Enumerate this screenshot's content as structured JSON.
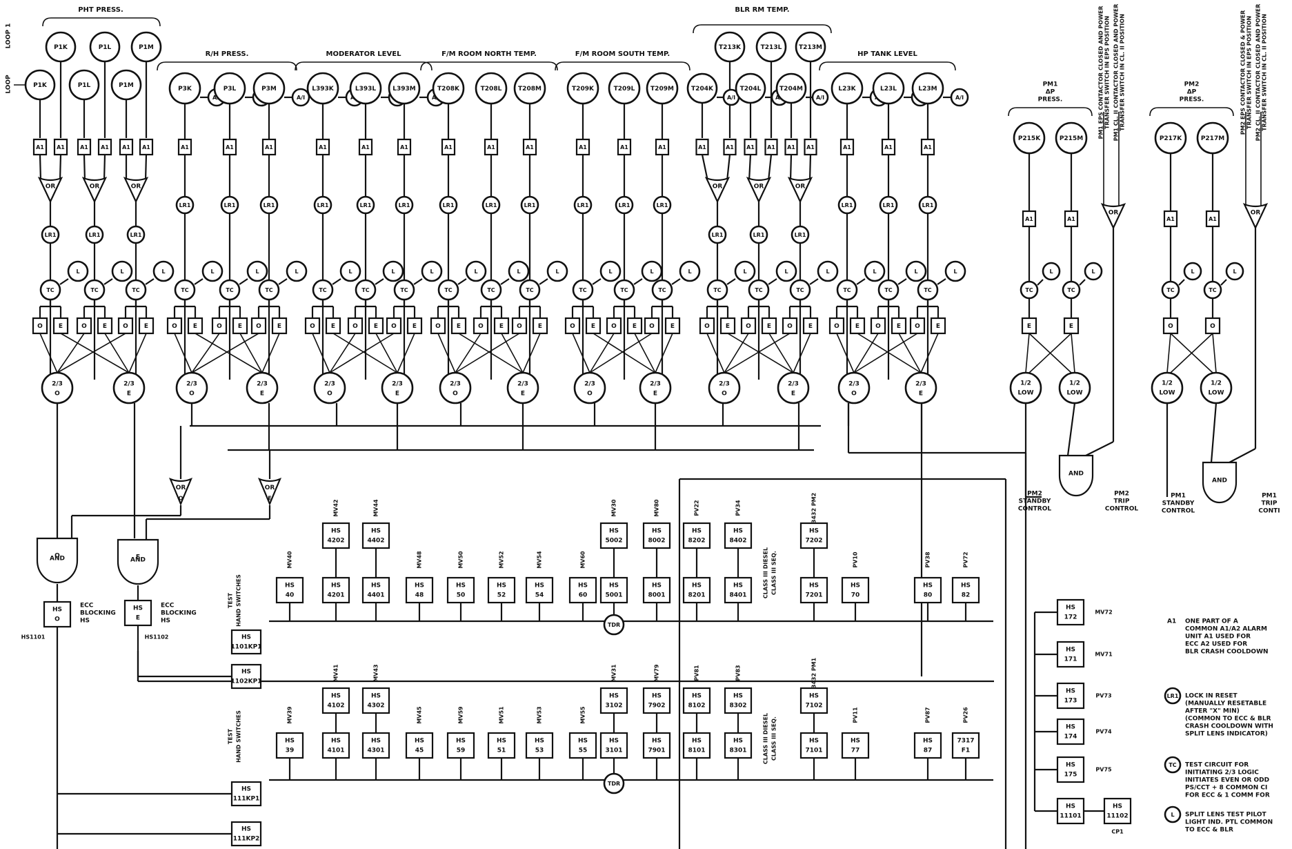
{
  "loop_labels": [
    "LOOP 1",
    "LOOP"
  ],
  "groups": [
    {
      "id": "pht",
      "title": "PHT PRESS.",
      "sensors_top": [
        "P1K",
        "P1L",
        "P1M"
      ],
      "sensors_bot": [
        "P1K",
        "P1L",
        "P1M"
      ]
    },
    {
      "id": "rh",
      "title": "R/H PRESS.",
      "sensors": [
        "P3K",
        "P3L",
        "P3M"
      ]
    },
    {
      "id": "mod",
      "title": "MODERATOR LEVEL",
      "sensors": [
        "L393K",
        "L393L",
        "L393M"
      ]
    },
    {
      "id": "frn",
      "title": "F/M ROOM NORTH TEMP.",
      "sensors": [
        "T208K",
        "T208L",
        "T208M"
      ]
    },
    {
      "id": "frs",
      "title": "F/M ROOM SOUTH TEMP.",
      "sensors": [
        "T209K",
        "T209L",
        "T209M"
      ]
    },
    {
      "id": "blr",
      "title": "BLR RM TEMP.",
      "sensors_top": [
        "T213K",
        "T213L",
        "T213M"
      ],
      "sensors_bot": [
        "T204K",
        "T204L",
        "T204M"
      ]
    },
    {
      "id": "hp",
      "title": "HP TANK LEVEL",
      "sensors": [
        "L23K",
        "L23L",
        "L23M"
      ]
    }
  ],
  "pm1": {
    "title": "PM1 ΔP PRESS.",
    "sensors": [
      "P215K",
      "P215M"
    ],
    "side_text": [
      "PM1 EPS CONTACTOR CLOSED AND POWER TRANSFER SWITCH IN EPS POSITION",
      "PM1 CL. II CONTACTOR CLOSED AND POWER TRANSFER SWITCH IN CL. II POSITION"
    ]
  },
  "pm2": {
    "title": "PM2 ΔP PRESS.",
    "sensors": [
      "P217K",
      "P217M"
    ],
    "side_text": [
      "PM2 EPS CONTACTOR CLOSED & POWER TRANSFER SWITCH IN EPS POSITION",
      "PM2 CL. II CONTACTOR CLOSED AND POWER TRANSFER SWITCH IN CL. II POSITION"
    ]
  },
  "symbols": {
    "a1": "A1",
    "am": "A/I",
    "or": "OR",
    "lr": "LR1",
    "tc": "TC",
    "l": "L",
    "o": "O",
    "e": "E",
    "and": "AND",
    "tdr": "TDR",
    "low": "LOW"
  },
  "voting_labels": {
    "two_three": "2/3",
    "one_two": "1/2",
    "o": "O",
    "e": "E"
  },
  "gates": {
    "or_o": "OR O",
    "or_e": "OR E",
    "and_o": "AND O",
    "and_e": "AND E"
  },
  "hs_o": {
    "label": "HS O",
    "tag": "HS1101",
    "note": "ECC BLOCKING HS"
  },
  "hs_e": {
    "label": "HS E",
    "tag": "HS1102",
    "note": "ECC BLOCKING HS"
  },
  "pm_controls": {
    "left": {
      "standby": "PM2 STANDBY CONTROL",
      "trip": "PM2 TRIP CONTROL"
    },
    "right": {
      "standby": "PM1 STANDBY CONTROL",
      "trip": "PM1 TRIP CONTI"
    }
  },
  "test_hand_switches": "TEST HAND SWITCHES",
  "class_iii_diesel": "CLASS III DIESEL CLASS III SEQ.",
  "upper_row": [
    {
      "tag": "MV40",
      "lower": "HS 40"
    },
    {
      "tag": "MV42",
      "upper": "HS 4202",
      "lower": "HS 4201"
    },
    {
      "tag": "MV44",
      "upper": "HS 4402",
      "lower": "HS 4401"
    },
    {
      "tag": "MV48",
      "lower": "HS 48"
    },
    {
      "tag": "MV50",
      "lower": "HS 50"
    },
    {
      "tag": "MV52",
      "lower": "HS 52"
    },
    {
      "tag": "MV54",
      "lower": "HS 54"
    },
    {
      "tag": "MV60",
      "lower": "HS 60"
    },
    {
      "tag": "MV30",
      "upper": "HS 5002",
      "lower": "HS 5001"
    },
    {
      "tag": "MV80",
      "upper": "HS 8002",
      "lower": "HS 8001"
    },
    {
      "tag": "PV22",
      "upper": "HS 8202",
      "lower": "HS 8201"
    },
    {
      "tag": "PV34",
      "upper": "HS 8402",
      "lower": "HS 8401"
    },
    {
      "tag": "3432 PM2",
      "upper": "HS 7202",
      "lower": "HS 7201"
    },
    {
      "tag": "PV10",
      "lower": "HS 70"
    },
    {
      "tag": "PV38",
      "lower": "HS 80"
    },
    {
      "tag": "PV72",
      "lower": "HS 82"
    }
  ],
  "lower_row": [
    {
      "tag": "MV39",
      "lower": "HS 39"
    },
    {
      "tag": "MV41",
      "upper": "HS 4102",
      "lower": "HS 4101"
    },
    {
      "tag": "MV43",
      "upper": "HS 4302",
      "lower": "HS 4301"
    },
    {
      "tag": "MV45",
      "lower": "HS 45"
    },
    {
      "tag": "MV59",
      "lower": "HS 59"
    },
    {
      "tag": "MV51",
      "lower": "HS 51"
    },
    {
      "tag": "MV53",
      "lower": "HS 53"
    },
    {
      "tag": "MV55",
      "lower": "HS 55"
    },
    {
      "tag": "MV31",
      "upper": "HS 3102",
      "lower": "HS 3101"
    },
    {
      "tag": "MV79",
      "upper": "HS 7902",
      "lower": "HS 7901"
    },
    {
      "tag": "PV81",
      "upper": "HS 8102",
      "lower": "HS 8101"
    },
    {
      "tag": "PV83",
      "upper": "HS 8302",
      "lower": "HS 8301"
    },
    {
      "tag": "3432 PM1",
      "upper": "HS 7102",
      "lower": "HS 7101"
    },
    {
      "tag": "PV11",
      "lower": "HS 77"
    },
    {
      "tag": "PV87",
      "lower": "HS 87"
    },
    {
      "tag": "PV26",
      "lower": "7317 F1"
    }
  ],
  "test_switches_upper": [
    "HS 1101KP1",
    "HS 1102KP1"
  ],
  "test_switches_lower": [
    "HS 111KP1",
    "HS 111KP2"
  ],
  "right_switches": [
    {
      "hs": "HS 172",
      "tag": "MV72"
    },
    {
      "hs": "HS 171",
      "tag": "MV71"
    },
    {
      "hs": "HS 173",
      "tag": "PV73"
    },
    {
      "hs": "HS 174",
      "tag": "PV74"
    },
    {
      "hs": "HS 175",
      "tag": "PV75"
    },
    {
      "hs": "HS 11101",
      "tag": ""
    }
  ],
  "cp1": {
    "hs": "HS 11102",
    "tag": "CP1"
  },
  "legend": [
    {
      "sym": "A1",
      "lines": [
        "ONE PART OF A",
        "COMMON A1/A2 ALARM",
        "UNIT A1 USED FOR",
        "ECC A2 USED FOR",
        "BLR CRASH COOLDOWN"
      ]
    },
    {
      "sym": "LR1",
      "lines": [
        "LOCK IN RESET",
        "(MANUALLY RESETABLE",
        "AFTER \"X\" MIN)",
        "(COMMON TO ECC & BLR",
        "CRASH COOLDOWN WITH",
        "SPLIT LENS INDICATOR)"
      ]
    },
    {
      "sym": "TC",
      "lines": [
        "TEST CIRCUIT FOR",
        "INITIATING 2/3 LOGIC",
        "INITIATES EVEN OR ODD",
        "PS/CCT + 8 COMMON CI",
        "FOR ECC & 1 COMM FOR"
      ]
    },
    {
      "sym": "L",
      "lines": [
        "SPLIT LENS TEST PILOT",
        "LIGHT IND. PTL COMMON",
        "TO ECC & BLR"
      ]
    }
  ]
}
